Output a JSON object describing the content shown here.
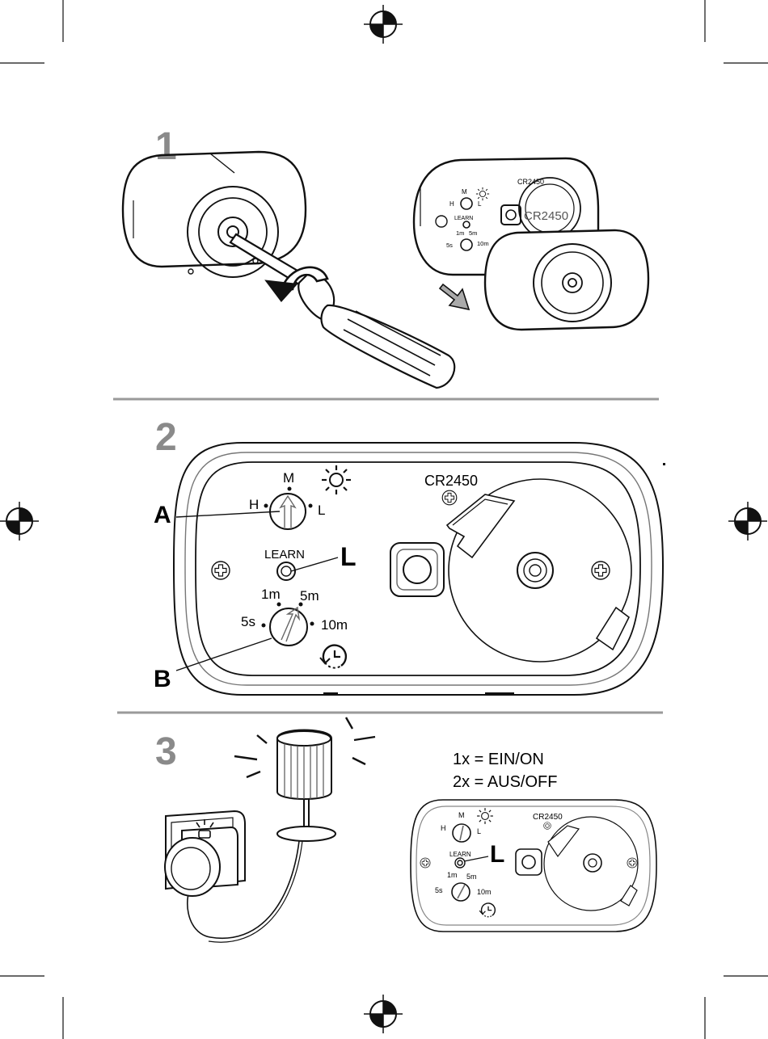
{
  "steps": [
    "1",
    "2",
    "3"
  ],
  "step1": {
    "battery_label": "CR2450",
    "battery_face": "CR2450",
    "sensitivity": {
      "m": "M",
      "h": "H",
      "l": "L"
    },
    "learn": "LEARN",
    "timer": {
      "t1": "1m",
      "t5": "5m",
      "t5s": "5s",
      "t10": "10m"
    }
  },
  "step2": {
    "callout_a": "A",
    "callout_l": "L",
    "callout_b": "B",
    "sensitivity": {
      "m": "M",
      "h": "H",
      "l": "L"
    },
    "learn": "LEARN",
    "timer": {
      "t1": "1m",
      "t5": "5m",
      "t5s": "5s",
      "t10": "10m"
    },
    "battery_label": "CR2450"
  },
  "step3": {
    "line1": "1x = EIN/ON",
    "line2": "2x = AUS/OFF",
    "callout_l": "L",
    "sensitivity": {
      "m": "M",
      "h": "H",
      "l": "L"
    },
    "learn": "LEARN",
    "timer": {
      "t1": "1m",
      "t5": "5m",
      "t5s": "5s",
      "t10": "10m"
    },
    "battery_label": "CR2450"
  },
  "colors": {
    "step_number": "#8a8a8a",
    "divider": "#9a9a9a",
    "ink": "#111111"
  }
}
